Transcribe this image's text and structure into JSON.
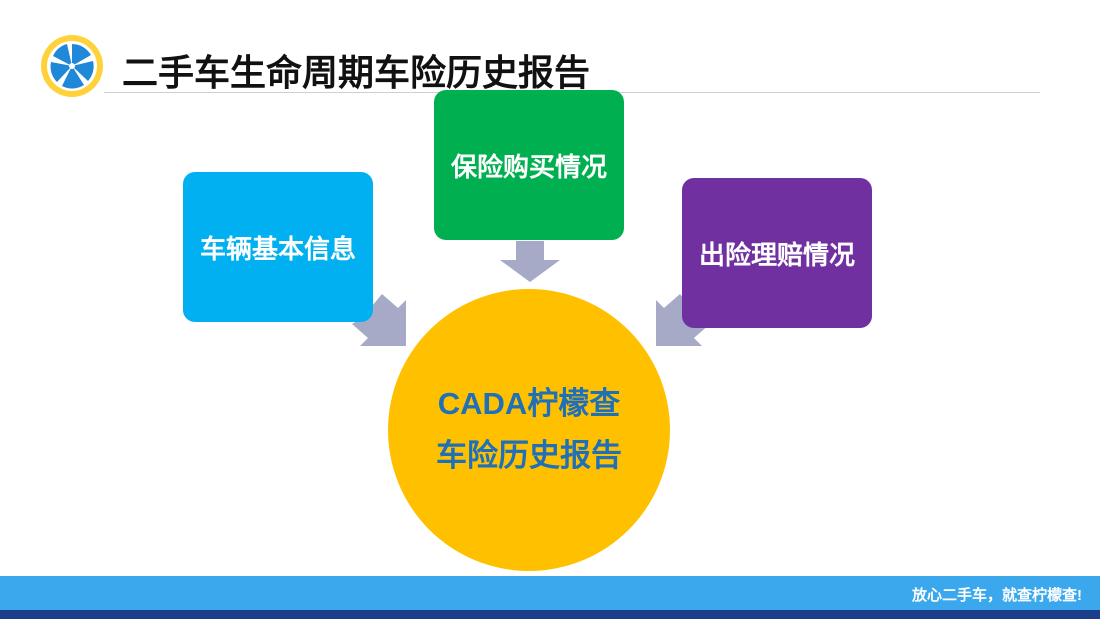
{
  "header": {
    "logo_icon": "lemon-slice-icon",
    "title": "二手车生命周期车险历史报告"
  },
  "diagram": {
    "nodes": {
      "vehicle_info": {
        "label": "车辆基本信息",
        "color": "#00B0F0"
      },
      "insurance_purchase": {
        "label": "保险购买情况",
        "color": "#00B050"
      },
      "claims": {
        "label": "出险理赔情况",
        "color": "#7030A0"
      },
      "report": {
        "line1": "CADA柠檬查",
        "line2": "车险历史报告",
        "color": "#FFC000",
        "text_color": "#1F70B8"
      }
    },
    "edges": [
      {
        "from": "vehicle_info",
        "to": "report"
      },
      {
        "from": "insurance_purchase",
        "to": "report"
      },
      {
        "from": "claims",
        "to": "report"
      }
    ],
    "arrow_color": "#A6AAC6"
  },
  "footer": {
    "slogan": "放心二手车，就查柠檬查!",
    "color": "#3BA8EE",
    "bottom_color": "#1A3E8C"
  }
}
